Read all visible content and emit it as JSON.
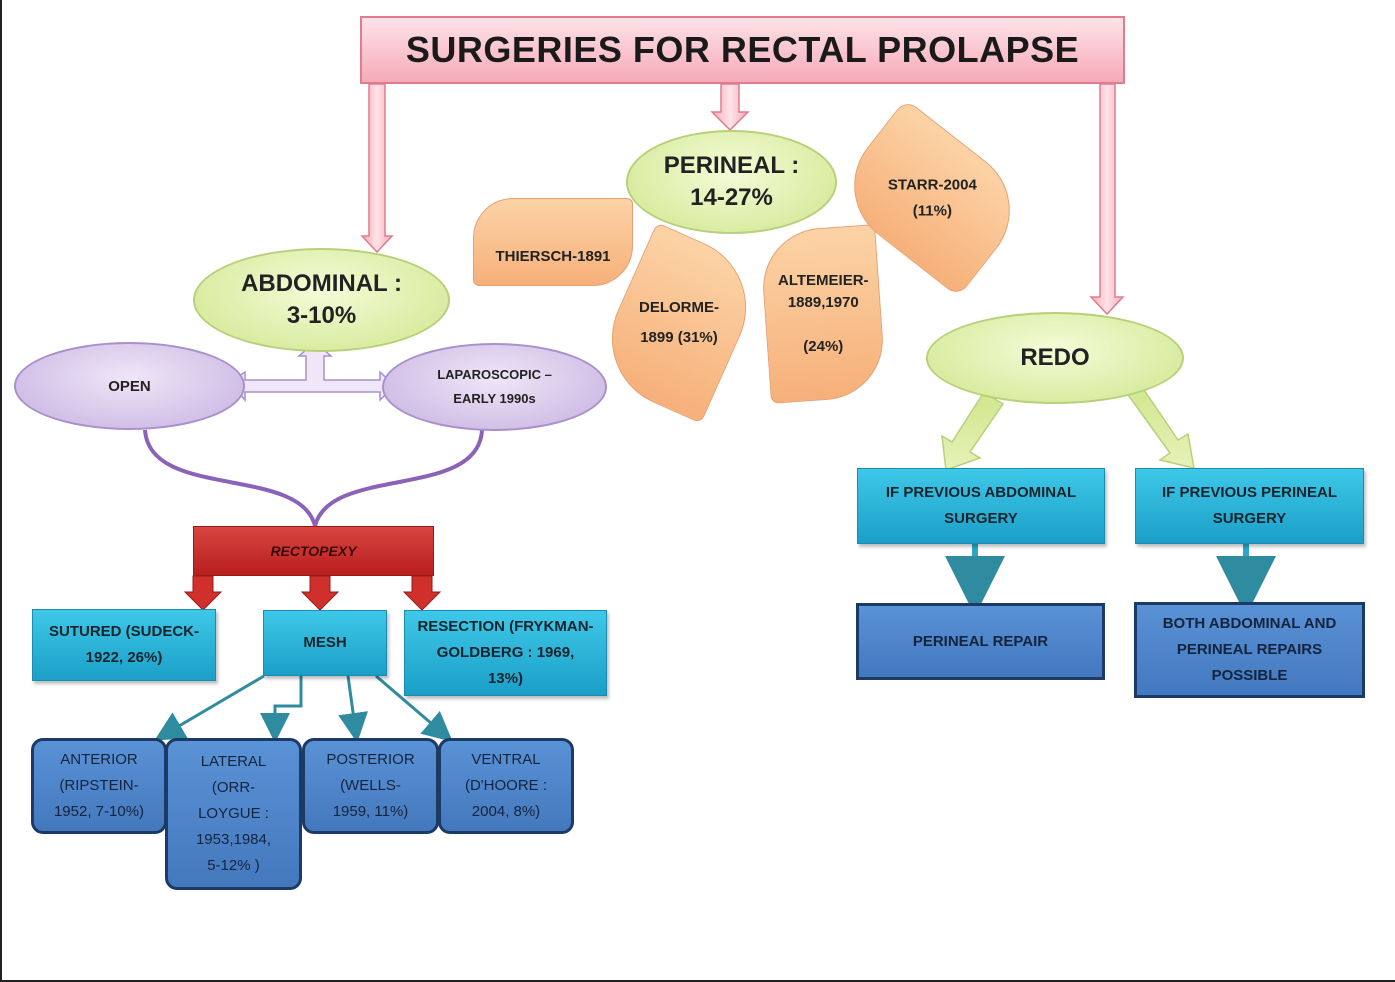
{
  "title": "SURGERIES FOR RECTAL PROLAPSE",
  "abdominal": {
    "label": "ABDOMINAL :\n3-10%"
  },
  "perineal": {
    "label": "PERINEAL :\n14-27%"
  },
  "redo": {
    "label": "REDO"
  },
  "open": {
    "label": "OPEN"
  },
  "laparoscopic": {
    "label": "LAPAROSCOPIC –\nEARLY 1990s"
  },
  "perineal_procedures": {
    "thiersch": "THIERSCH-1891",
    "delorme": "DELORME-\n1899 (31%)",
    "altemeier": "ALTEMEIER-\n1889,1970\n\n(24%)",
    "starr": "STARR-2004\n(11%)"
  },
  "rectopexy": {
    "label": "RECTOPEXY"
  },
  "rectopexy_types": {
    "sutured": "SUTURED (SUDECK-\n1922, 26%)",
    "mesh": "MESH",
    "resection": "RESECTION (FRYKMAN-\nGOLDBERG : 1969,\n13%)"
  },
  "mesh_types": {
    "anterior": "ANTERIOR\n(RIPSTEIN-\n1952, 7-10%)",
    "lateral": "LATERAL\n(ORR-\nLOYGUE :\n1953,1984,\n5-12% )",
    "posterior": "POSTERIOR\n(WELLS-\n1959, 11%)",
    "ventral": "VENTRAL\n(D'HOORE :\n2004, 8%)"
  },
  "redo_branches": {
    "prev_abdominal": "IF PREVIOUS ABDOMINAL\nSURGERY",
    "prev_perineal": "IF PREVIOUS PERINEAL\nSURGERY",
    "perineal_repair": "PERINEAL REPAIR",
    "both_repairs": "BOTH ABDOMINAL AND\nPERINEAL REPAIRS\nPOSSIBLE"
  },
  "colors": {
    "title_fill": "#f6aab8",
    "green_ellipse": "#cfe68c",
    "purple_ellipse": "#c6b0e0",
    "peach": "#f6b07a",
    "rectopexy_red": "#c62828",
    "cyan_box": "#29b3d8",
    "blue_box": "#4a82c8"
  }
}
